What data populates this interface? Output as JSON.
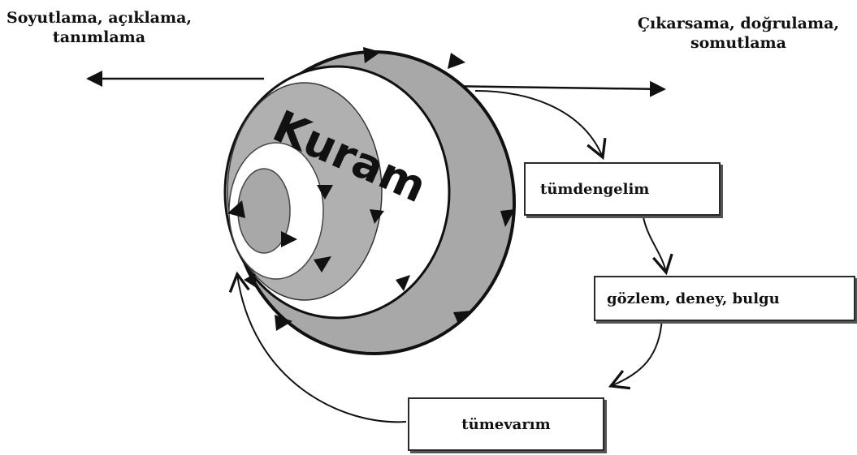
{
  "labels": {
    "left_top": "Soyutlama, açıklama,",
    "left_bottom": "tanımlama",
    "right_top": "Çıkarsama, doğrulama,",
    "right_bottom": "somutlama"
  },
  "center_label": "Kuram",
  "boxes": {
    "deduction": "tümdengelim",
    "observation": "gözlem, deney, bulgu",
    "induction": "tümevarım"
  },
  "colors": {
    "ring_gray": "#a8a8a8",
    "inner_gray": "#b0b0b0",
    "line": "#111111"
  }
}
